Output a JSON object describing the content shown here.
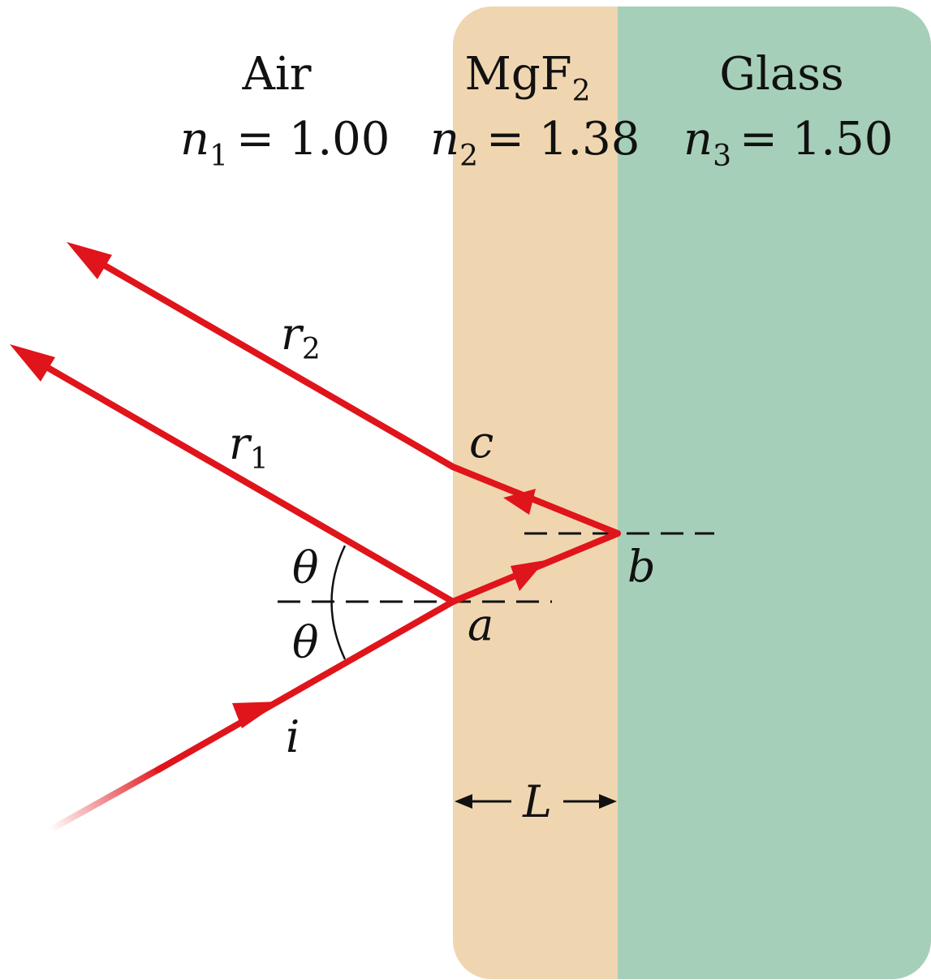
{
  "media": {
    "air": {
      "name": "Air",
      "symbol": "n",
      "subscript": "1",
      "equals": "= 1.00"
    },
    "coating": {
      "name": "MgF",
      "name_subscript": "2",
      "symbol": "n",
      "subscript": "2",
      "equals": "= 1.38"
    },
    "glass": {
      "name": "Glass",
      "symbol": "n",
      "subscript": "3",
      "equals": "= 1.50"
    }
  },
  "rays": {
    "incident": "i",
    "reflected_1": {
      "symbol": "r",
      "subscript": "1"
    },
    "reflected_2": {
      "symbol": "r",
      "subscript": "2"
    }
  },
  "points": {
    "a": "a",
    "b": "b",
    "c": "c"
  },
  "angles": {
    "upper": "θ",
    "lower": "θ"
  },
  "thickness": "L",
  "colors": {
    "coating": "#f0d6b0",
    "glass": "#a6cfb9",
    "ray": "#e0141b",
    "guide": "#111111"
  }
}
